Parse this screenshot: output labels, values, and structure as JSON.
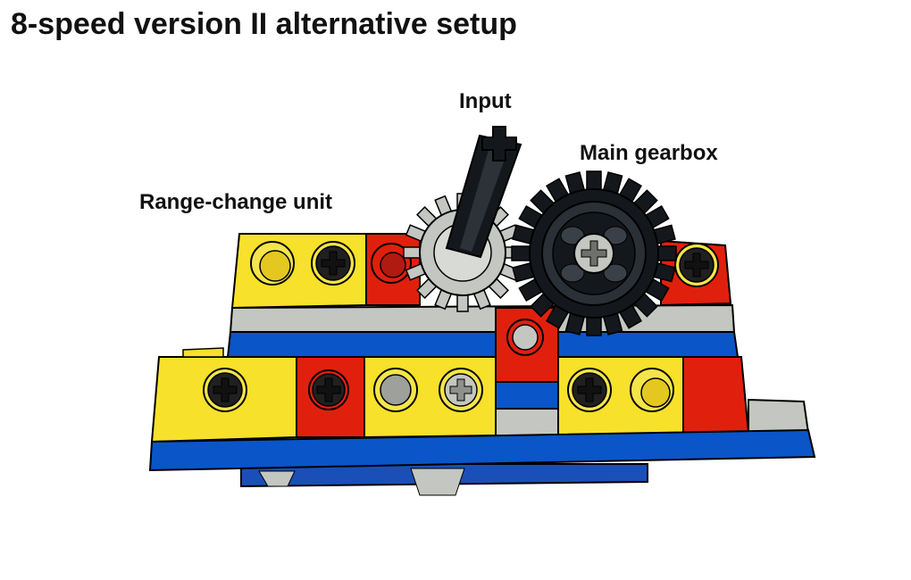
{
  "title": "8-speed version II alternative setup",
  "labels": {
    "input": "Input",
    "main_gearbox": "Main gearbox",
    "range_change_unit": "Range-change unit"
  },
  "colors": {
    "yellow": "#f7e12a",
    "red": "#e0200d",
    "blue": "#0a55c8",
    "gray": "#c4c6c2",
    "black_gear": "#14181c",
    "outline": "#000000"
  }
}
